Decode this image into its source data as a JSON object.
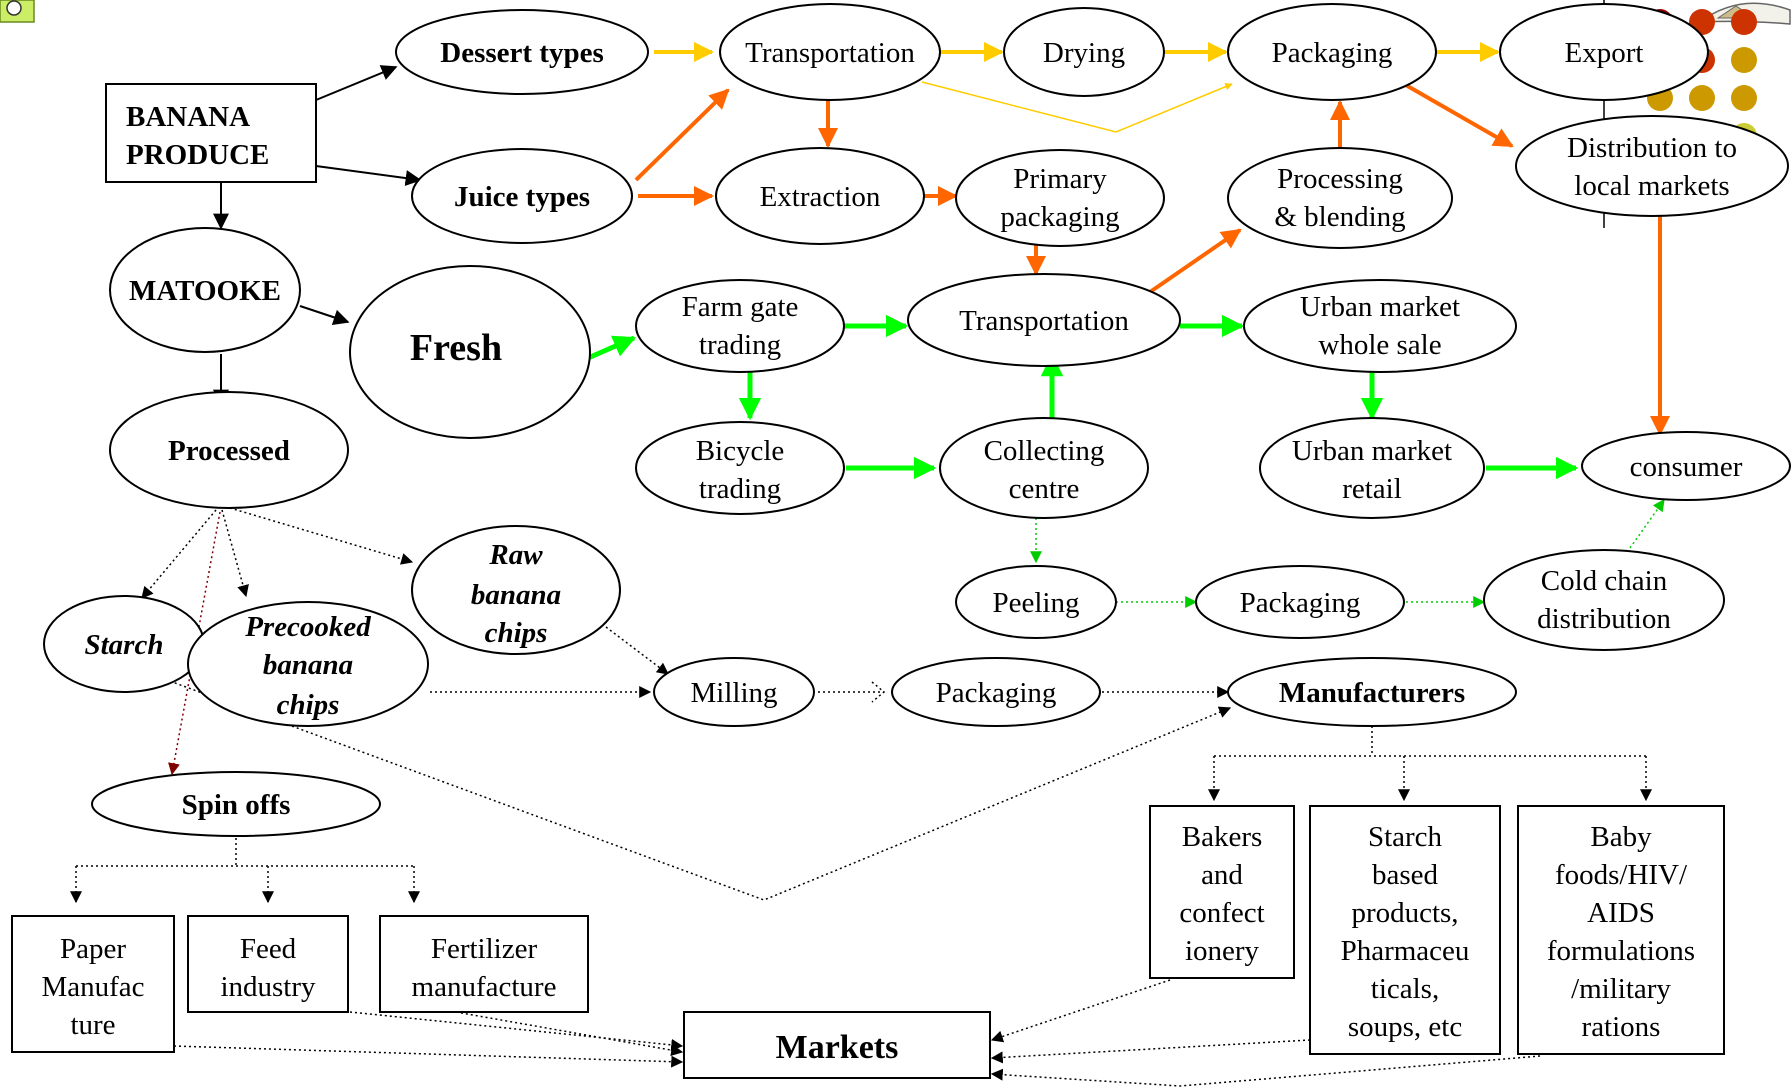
{
  "colors": {
    "dessert": "#ffff66",
    "juice": "#ff6600",
    "fresh": "#808080",
    "processed": "#ffcc00",
    "yellow_arrow": "#ffcc00",
    "orange_arrow": "#ff6600",
    "green_arrow": "#00ff00",
    "dark_red_arrow": "#800000",
    "dots": [
      "#990000",
      "#cc3300",
      "#cc9900",
      "#cccc33",
      "#dddd88"
    ]
  },
  "icons": [
    "logo-icon",
    "crest-icon",
    "decorative-dots"
  ],
  "nodes": {
    "banana_produce": [
      "BANANA",
      "PRODUCE"
    ],
    "dessert_types": "Dessert types",
    "juice_types": "Juice types",
    "matooke": "MATOOKE",
    "fresh": "Fresh",
    "processed": "Processed",
    "transportation_top": "Transportation",
    "drying": "Drying",
    "packaging_top": "Packaging",
    "export": "Export",
    "distribution_local": [
      "Distribution to",
      "local markets"
    ],
    "extraction": "Extraction",
    "primary_packaging": [
      "Primary",
      "packaging"
    ],
    "processing_blending": [
      "Processing",
      "& blending"
    ],
    "farm_gate_trading": [
      "Farm gate",
      "trading"
    ],
    "transportation_mid": "Transportation",
    "urban_wholesale": [
      "Urban market",
      "whole sale"
    ],
    "bicycle_trading": [
      "Bicycle",
      "trading"
    ],
    "collecting_centre": [
      "Collecting",
      "centre"
    ],
    "urban_retail": [
      "Urban market",
      "retail"
    ],
    "consumer": "consumer",
    "peeling": "Peeling",
    "packaging_mid": "Packaging",
    "cold_chain": [
      "Cold chain",
      "distribution"
    ],
    "starch": "Starch",
    "precooked_chips": [
      "Precooked",
      "banana",
      "chips"
    ],
    "raw_chips": [
      "Raw",
      "banana",
      "chips"
    ],
    "milling": "Milling",
    "packaging_low": "Packaging",
    "manufacturers": "Manufacturers",
    "spin_offs": "Spin offs",
    "paper": [
      "Paper",
      "Manufac",
      "ture"
    ],
    "feed": [
      "Feed",
      "industry"
    ],
    "fertilizer": [
      "Fertilizer",
      "manufacture"
    ],
    "bakers": [
      "Bakers",
      "and",
      "confect",
      "ionery"
    ],
    "starch_based": [
      "Starch",
      "based",
      "products,",
      "Pharmaceu",
      "ticals,",
      "soups, etc"
    ],
    "baby_foods": [
      "Baby",
      "foods/HIV/",
      "AIDS",
      "formulations",
      "/military",
      "rations"
    ],
    "markets": "Markets"
  }
}
